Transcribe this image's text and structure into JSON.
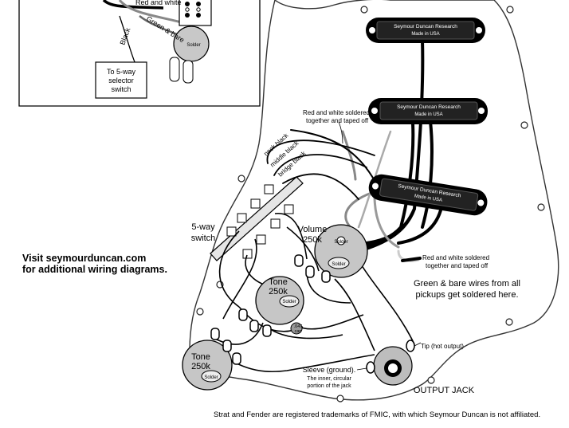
{
  "inset": {
    "wire_red_white": "Red and white",
    "wire_green_bare": "Green & bare",
    "wire_black": "Black",
    "selector_box": [
      "To 5-way",
      "selector",
      "switch"
    ],
    "solder": "Solder"
  },
  "pickups": [
    {
      "brand": "Seymour Duncan Research",
      "origin": "Made in USA"
    },
    {
      "brand": "Seymour Duncan Research",
      "origin": "Made in USA"
    },
    {
      "brand": "Seymour Duncan Research",
      "origin": "Made in USA"
    }
  ],
  "wire_labels": {
    "neck": "neck black",
    "middle": "middle black",
    "bridge": "bridge black"
  },
  "callouts": {
    "top_taped": [
      "Red and white soldered",
      "together and taped off"
    ],
    "bottom_taped": [
      "Red and white soldered",
      "together and taped off"
    ],
    "ground": [
      "Green & bare wires from all",
      "pickups get soldered here."
    ],
    "tip": "Tip (hot output)",
    "sleeve": [
      "Sleeve (ground).",
      "The inner, circular",
      "portion of the jack"
    ],
    "output_jack": "OUTPUT JACK"
  },
  "components": {
    "switch": [
      "5-way",
      "switch"
    ],
    "volume": [
      "Volume",
      "250k"
    ],
    "tone1": [
      "Tone",
      "250k"
    ],
    "tone2": [
      "Tone",
      "250k"
    ],
    "cap": [
      ".047",
      "cap"
    ],
    "solder": "Solder"
  },
  "visit": [
    "Visit seymourduncan.com",
    "for additional wiring diagrams."
  ],
  "footer": "Strat and Fender are registered trademarks of FMIC, with which Seymour Duncan is not affiliated."
}
